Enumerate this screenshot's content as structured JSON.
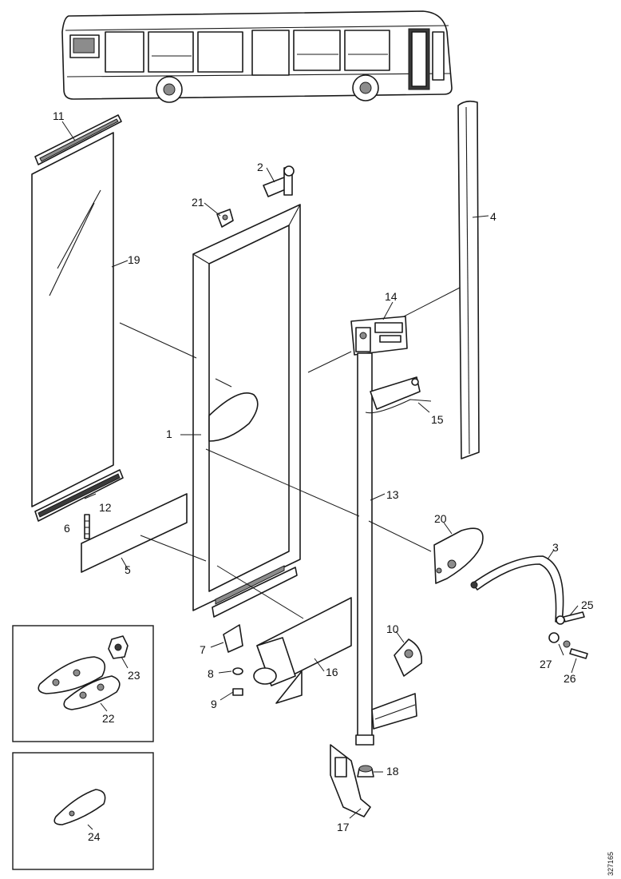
{
  "diagram": {
    "labels": {
      "p1": "1",
      "p2": "2",
      "p3": "3",
      "p4": "4",
      "p5": "5",
      "p6": "6",
      "p7": "7",
      "p8": "8",
      "p9": "9",
      "p10": "10",
      "p11": "11",
      "p12": "12",
      "p13": "13",
      "p14": "14",
      "p15": "15",
      "p16": "16",
      "p17": "17",
      "p18": "18",
      "p19": "19",
      "p20": "20",
      "p21": "21",
      "p22": "22",
      "p23": "23",
      "p24": "24",
      "p25": "25",
      "p26": "26",
      "p27": "27"
    },
    "reference_code": "327165"
  }
}
